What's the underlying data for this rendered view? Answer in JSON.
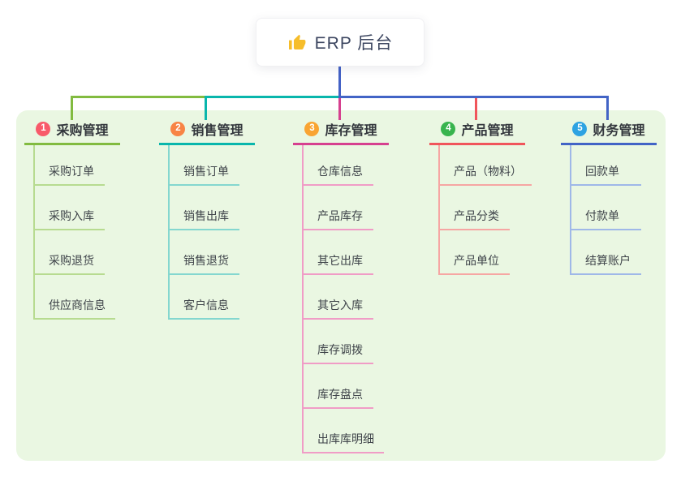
{
  "root": {
    "icon_name": "thumbs-up",
    "title": "ERP 后台"
  },
  "theme": {
    "panel_bg": "#eaf7e2",
    "root_line": "#4462c6",
    "thumb_color": "#f6bd2b"
  },
  "branches": [
    {
      "num": "1",
      "label": "采购管理",
      "badge_color": "#f85a6a",
      "line_color": "#82bb40",
      "child_color": "#b7db90",
      "children": [
        "采购订单",
        "采购入库",
        "采购退货",
        "供应商信息"
      ]
    },
    {
      "num": "2",
      "label": "销售管理",
      "badge_color": "#f88445",
      "line_color": "#09b6ac",
      "child_color": "#84d7cf",
      "children": [
        "销售订单",
        "销售出库",
        "销售退货",
        "客户信息"
      ]
    },
    {
      "num": "3",
      "label": "库存管理",
      "badge_color": "#f9a432",
      "line_color": "#d6408f",
      "child_color": "#f09cc6",
      "children": [
        "仓库信息",
        "产品库存",
        "其它出库",
        "其它入库",
        "库存调拨",
        "库存盘点",
        "出库库明细"
      ]
    },
    {
      "num": "4",
      "label": "产品管理",
      "badge_color": "#38b44e",
      "line_color": "#f0555b",
      "child_color": "#f6a6a3",
      "children": [
        "产品（物料）",
        "产品分类",
        "产品单位"
      ]
    },
    {
      "num": "5",
      "label": "财务管理",
      "badge_color": "#2ea3e2",
      "line_color": "#4264c6",
      "child_color": "#9fb8e8",
      "children": [
        "回款单",
        "付款单",
        "结算账户"
      ]
    }
  ]
}
